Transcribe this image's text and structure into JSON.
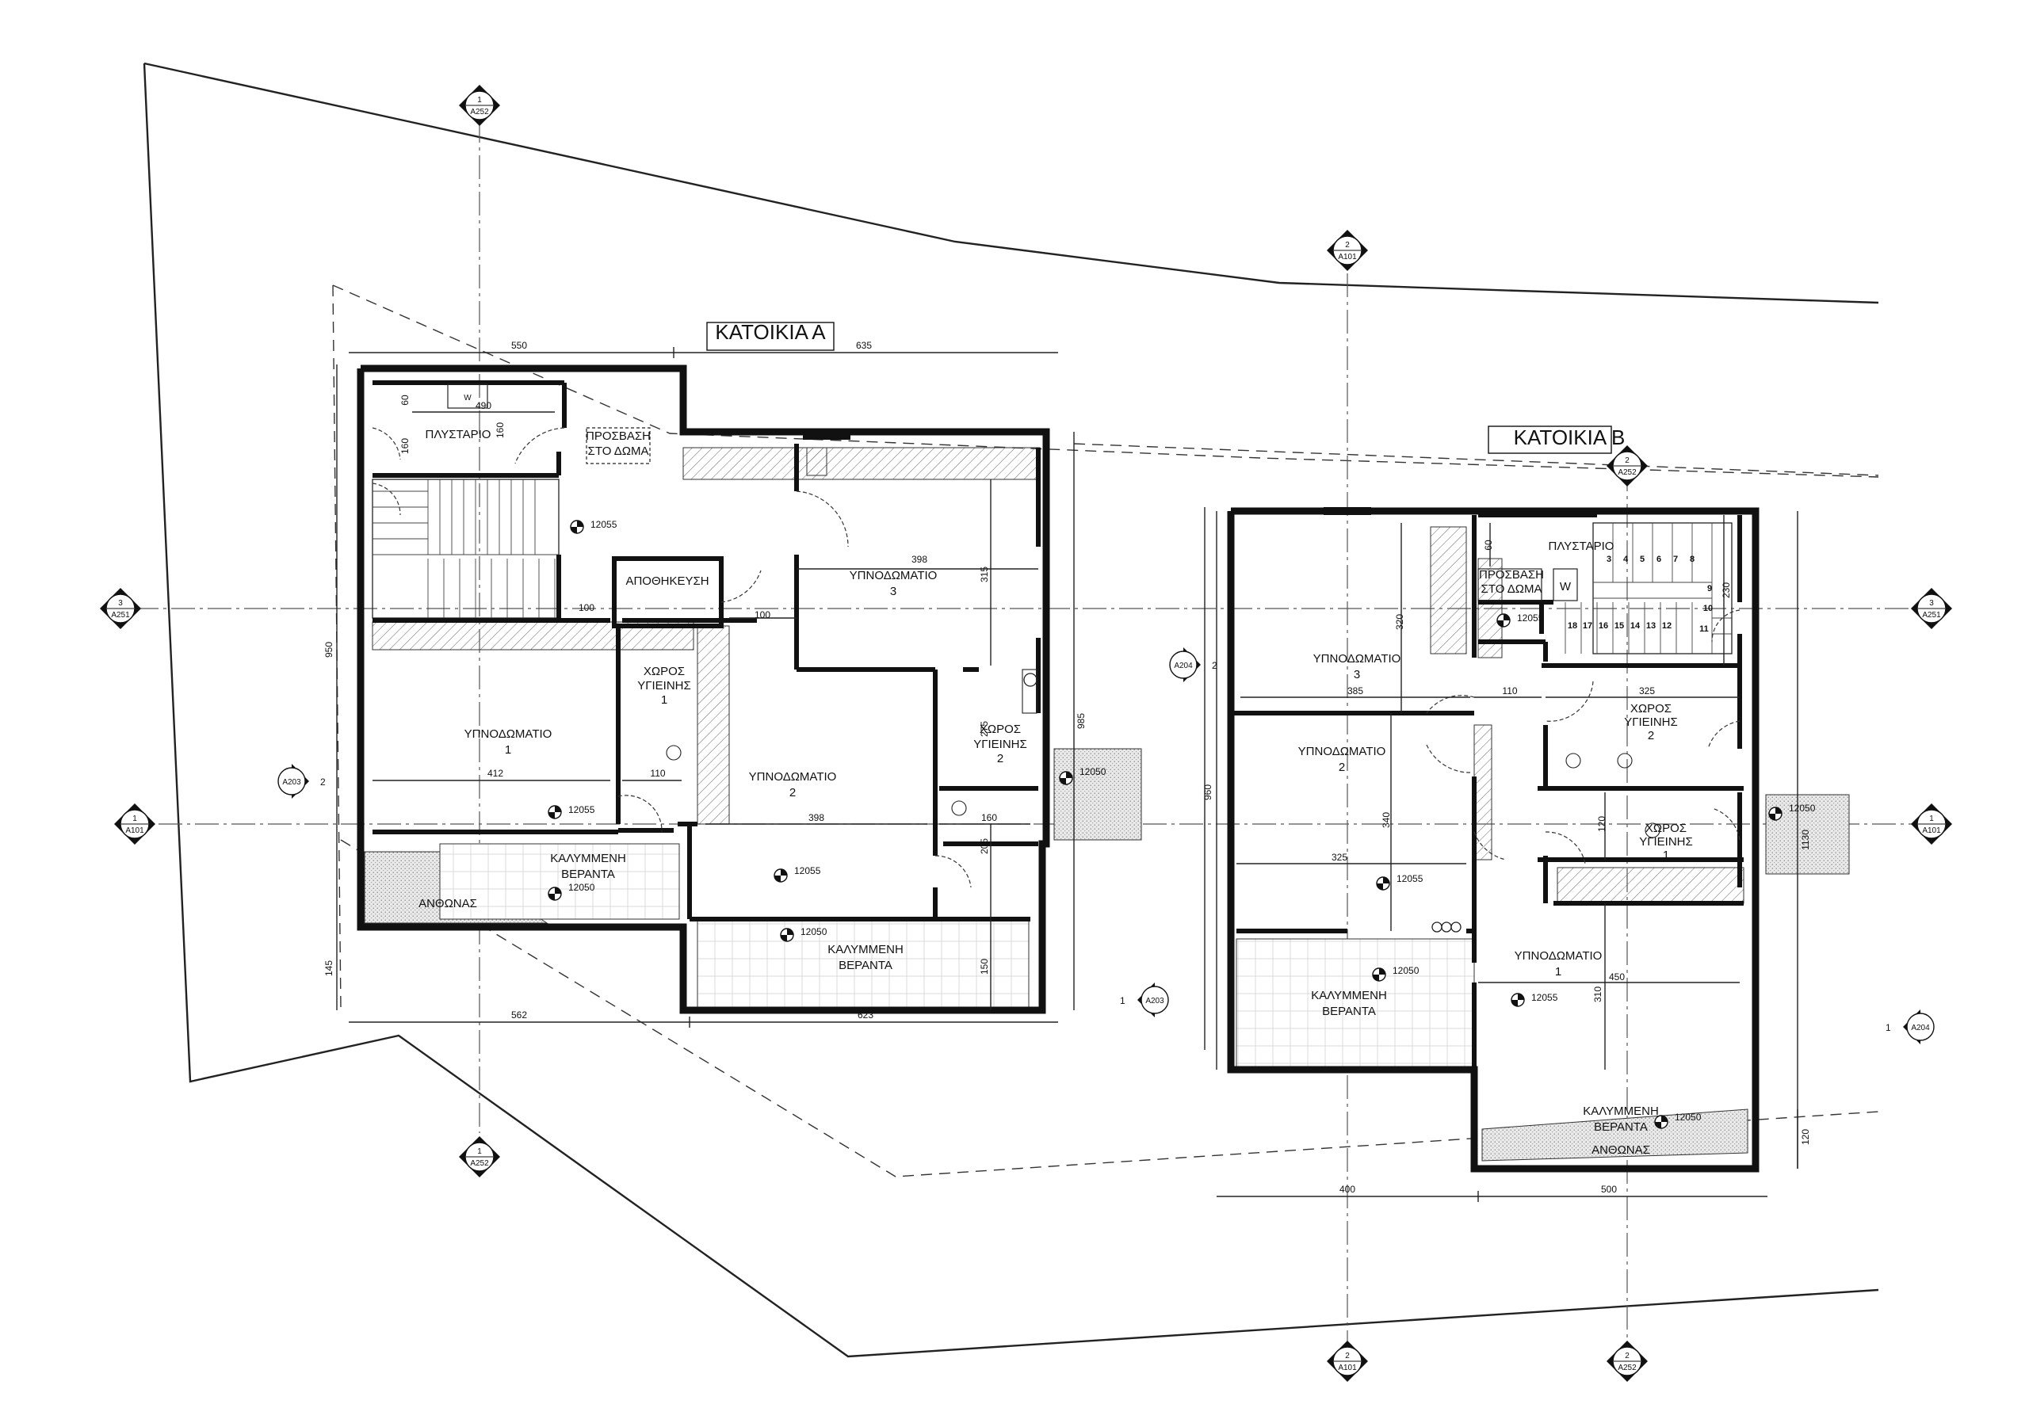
{
  "houses": {
    "a": {
      "title": "ΚΑΤΟΙΚΙΑ Α"
    },
    "b": {
      "title": "ΚΑΤΟΙΚΙΑ Β"
    }
  },
  "rooms": {
    "a": {
      "laundry": "ΠΛΥΣΤΑΡΙΟ",
      "roof_access_1": "ΠΡΟΣΒΑΣΗ",
      "roof_access_2": "ΣΤΟ ΔΩΜΑ",
      "storage": "ΑΠΟΘΗΚΕΥΣΗ",
      "bedroom3_1": "ΥΠΝΟΔΩΜΑΤΙΟ",
      "bedroom3_2": "3",
      "bath1_1": "ΧΩΡΟΣ",
      "bath1_2": "ΥΓΙΕΙΝΗΣ",
      "bath1_3": "1",
      "bedroom1_1": "ΥΠΝΟΔΩΜΑΤΙΟ",
      "bedroom1_2": "1",
      "bedroom2_1": "ΥΠΝΟΔΩΜΑΤΙΟ",
      "bedroom2_2": "2",
      "bath2_1": "ΧΩΡΟΣ",
      "bath2_2": "ΥΓΙΕΙΝΗΣ",
      "bath2_3": "2",
      "veranda1_1": "ΚΑΛΥΜΜΕΝΗ",
      "veranda1_2": "ΒΕΡΑΝΤΑ",
      "garden": "ΑΝΘΩΝΑΣ",
      "veranda2_1": "ΚΑΛΥΜΜΕΝΗ",
      "veranda2_2": "ΒΕΡΑΝΤΑ"
    },
    "b": {
      "laundry": "ΠΛΥΣΤΑΡΙΟ",
      "roof_access_1": "ΠΡΟΣΒΑΣΗ",
      "roof_access_2": "ΣΤΟ ΔΩΜΑ",
      "bedroom3_1": "ΥΠΝΟΔΩΜΑΤΙΟ",
      "bedroom3_2": "3",
      "bath2_1": "ΧΩΡΟΣ",
      "bath2_2": "ΥΓΙΕΙΝΗΣ",
      "bath2_3": "2",
      "bedroom2_1": "ΥΠΝΟΔΩΜΑΤΙΟ",
      "bedroom2_2": "2",
      "bath1_1": "ΧΩΡΟΣ",
      "bath1_2": "ΥΓΙΕΙΝΗΣ",
      "bath1_3": "1",
      "veranda1_1": "ΚΑΛΥΜΜΕΝΗ",
      "veranda1_2": "ΒΕΡΑΝΤΑ",
      "bedroom1_1": "ΥΠΝΟΔΩΜΑΤΙΟ",
      "bedroom1_2": "1",
      "veranda2_1": "ΚΑΛΥΜΜΕΝΗ",
      "veranda2_2": "ΒΕΡΑΝΤΑ",
      "garden": "ΑΝΘΩΝΑΣ"
    }
  },
  "dimensions": {
    "a": {
      "top_left": "550",
      "top_right": "635",
      "bottom_left": "562",
      "bottom_right": "623",
      "left_total": "950",
      "left_bottom": "145",
      "right_total": "985",
      "laundry_w": "490",
      "laundry_h1": "60",
      "laundry_h2": "160",
      "laundry_h3": "160",
      "stair_w": "100",
      "corridor": "100",
      "bed3_w": "398",
      "bed3_h": "315",
      "bed1_w": "412",
      "bath1_w": "110",
      "bed2_w": "398",
      "bath2_h": "275",
      "bath2_w": "160",
      "bed2_h": "205",
      "veranda_h": "150"
    },
    "b": {
      "left_total": "960",
      "right_total": "1130",
      "right_bottom": "120",
      "bottom_left": "400",
      "bottom_right": "500",
      "laundry_h": "60",
      "bed3_h": "320",
      "bed3_w": "385",
      "corridor": "110",
      "bath2_w": "325",
      "bath1_h": "120",
      "bed2_h": "340",
      "bed2_w": "325",
      "bed1_h": "310",
      "bed1_w": "450",
      "stair_h": "230"
    }
  },
  "stair_numbers": {
    "top": [
      "3",
      "4",
      "5",
      "6",
      "7",
      "8"
    ],
    "right": [
      "9",
      "10",
      "11"
    ],
    "bottom": [
      "18",
      "17",
      "16",
      "15",
      "14",
      "13",
      "12"
    ]
  },
  "levels": {
    "a_l1": "12055",
    "a_l2": "12055",
    "a_l3": "12050",
    "a_l4": "12055",
    "a_l5": "12050",
    "a_l6": "12050",
    "b_l1": "12055",
    "b_l2": "12050",
    "b_l3": "12055",
    "b_l4": "12050",
    "b_l5": "12055",
    "b_l6": "12050"
  },
  "section_markers": {
    "top_a": {
      "num": "1",
      "ref": "A252"
    },
    "top_mid": {
      "num": "2",
      "ref": "A101"
    },
    "b_top": {
      "num": "2",
      "ref": "A252"
    },
    "left_3": {
      "num": "3",
      "ref": "A251"
    },
    "right_3": {
      "num": "3",
      "ref": "A251"
    },
    "left_1": {
      "num": "1",
      "ref": "A101"
    },
    "right_1": {
      "num": "1",
      "ref": "A101"
    },
    "a_elev_left": {
      "num": "2",
      "ref": "A203"
    },
    "a_elev_right": {
      "num": "1",
      "ref": "A203"
    },
    "b_elev_left": {
      "num": "2",
      "ref": "A204"
    },
    "b_elev_right": {
      "num": "1",
      "ref": "A204"
    },
    "bottom_a": {
      "num": "1",
      "ref": "A252"
    },
    "bottom_mid": {
      "num": "2",
      "ref": "A101"
    },
    "bottom_b": {
      "num": "2",
      "ref": "A252"
    }
  },
  "fixtures": {
    "washer_a": "W",
    "washer_b": "W"
  }
}
